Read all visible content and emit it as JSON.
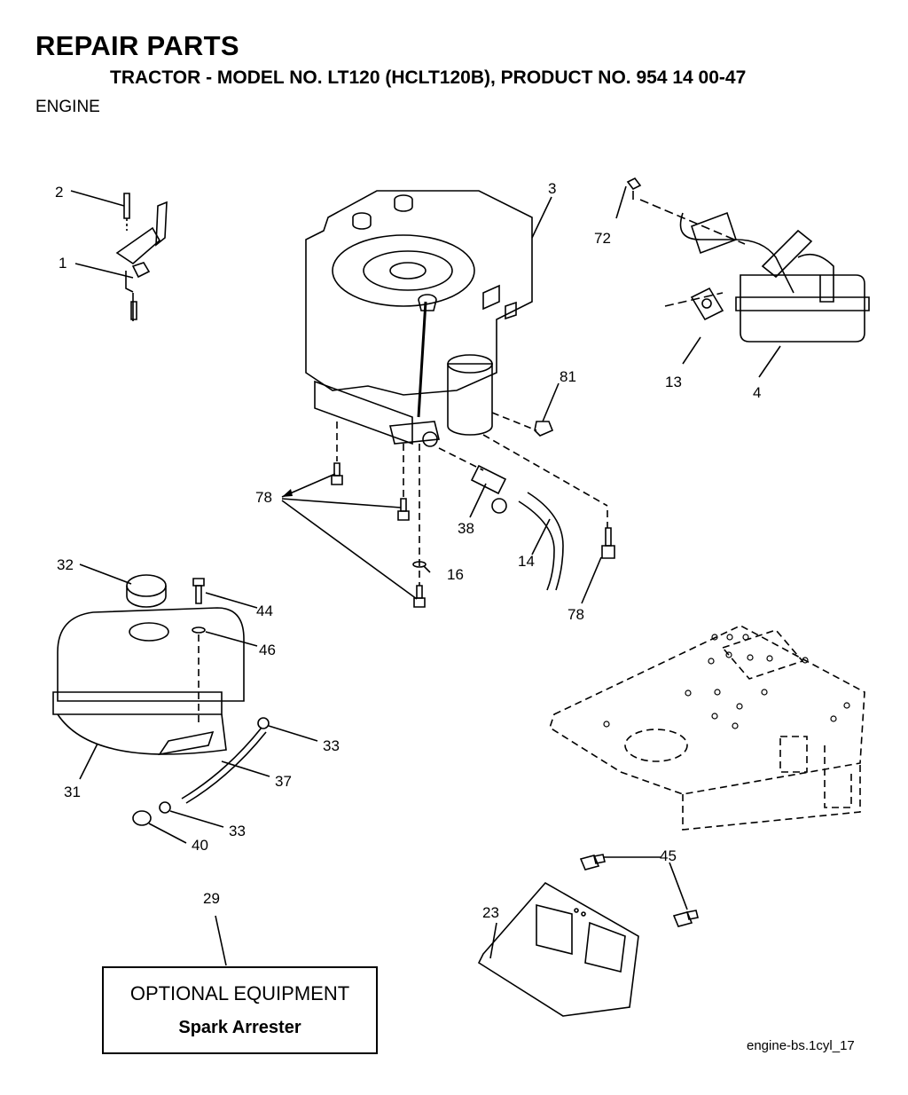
{
  "header": {
    "title": "REPAIR PARTS",
    "subtitle": "TRACTOR - MODEL NO. LT120 (HCLT120B), PRODUCT NO. 954 14 00-47",
    "section": "ENGINE"
  },
  "callouts": {
    "c1": "1",
    "c2": "2",
    "c3": "3",
    "c4": "4",
    "c13": "13",
    "c14": "14",
    "c16": "16",
    "c23": "23",
    "c29": "29",
    "c31": "31",
    "c32": "32",
    "c33a": "33",
    "c33b": "33",
    "c37": "37",
    "c38": "38",
    "c40": "40",
    "c44": "44",
    "c45": "45",
    "c46": "46",
    "c72": "72",
    "c78a": "78",
    "c78b": "78",
    "c81": "81"
  },
  "optional_box": {
    "title": "OPTIONAL EQUIPMENT",
    "item": "Spark Arrester"
  },
  "figure_ref": "engine-bs.1cyl_17"
}
